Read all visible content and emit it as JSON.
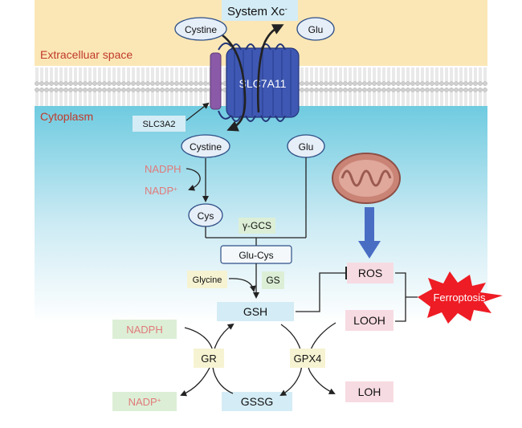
{
  "labels": {
    "system_xc": "System Xc",
    "system_xc_sup": "-",
    "extracellular": "Extracelluar space",
    "cytoplasm": "Cytoplasm",
    "slc7a11": "SLC7A11",
    "slc3a2": "SLC3A2",
    "cystine_out": "Cystine",
    "glu_out": "Glu",
    "cystine_in": "Cystine",
    "glu_in": "Glu",
    "nadph_top": "NADPH",
    "nadp_top": "NADP",
    "nadp_top_sup": "+",
    "cys": "Cys",
    "gamma_gcs": "γ-GCS",
    "glu_cys": "Glu-Cys",
    "glycine": "Glycine",
    "gs": "GS",
    "gsh": "GSH",
    "gssg": "GSSG",
    "gr": "GR",
    "gpx4": "GPX4",
    "nadph_bottom": "NADPH",
    "nadp_bottom": "NADP",
    "nadp_bottom_sup": "+",
    "ros": "ROS",
    "looh": "LOOH",
    "loh": "LOH",
    "ferroptosis": "Ferroptosis"
  },
  "colors": {
    "extracellular_bg": "#fbe7b5",
    "cytoplasm_bg": "#6fcbe0",
    "membrane": "#d9d9d9",
    "transporter": "#3f58b3",
    "slc3a2_helix": "#8a5aa8",
    "label_red": "#c0392b",
    "nadph_pink": "#e07a7a",
    "pink_box": "#f7dbe2",
    "green_box": "#dcefd6",
    "yellow_box": "#f6f3d2",
    "light_blue_box": "#d4ecf5",
    "oval_fill": "#e6eef8",
    "oval_stroke": "#2e4f86",
    "mito": "#c98476",
    "blue_arrow": "#4a6dc4",
    "burst": "#ee1c24"
  }
}
